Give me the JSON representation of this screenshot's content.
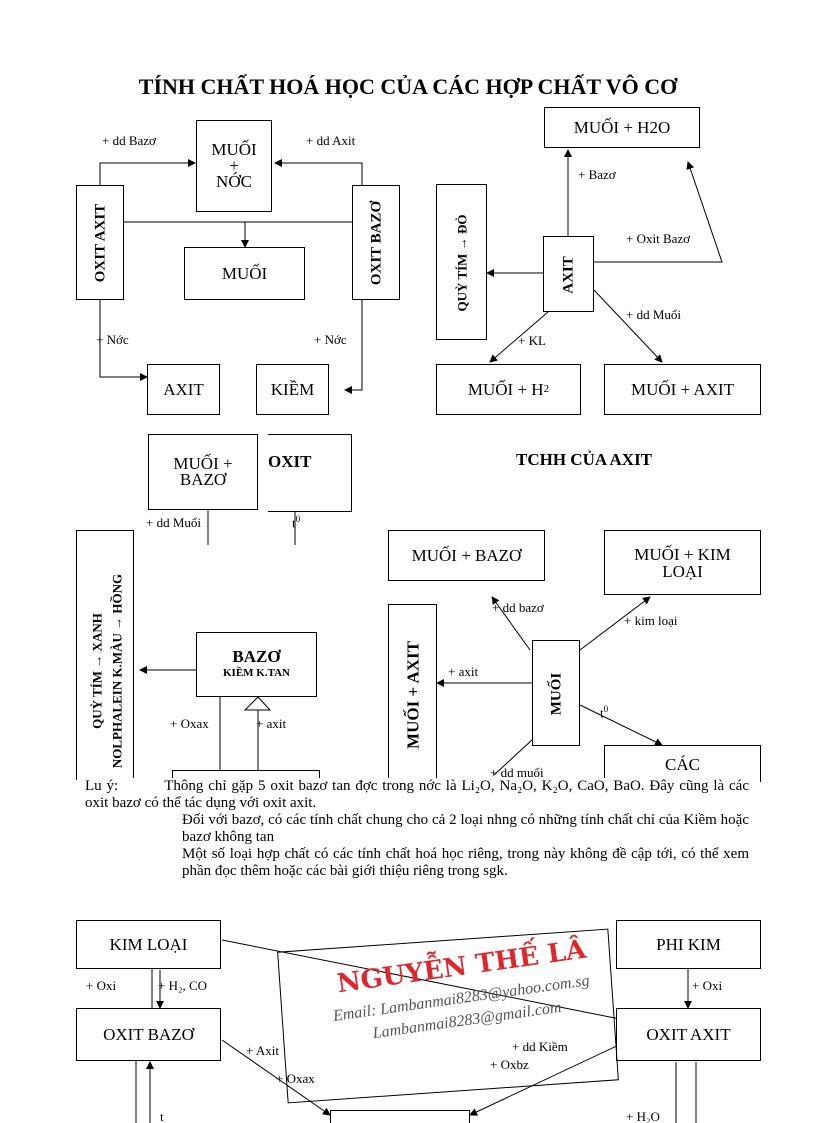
{
  "title": "TÍNH CHẤT HOÁ HỌC CỦA CÁC HỢP CHẤT VÔ CƠ",
  "oxide": {
    "muoi_nuoc": [
      "MUỐI",
      "+",
      "NỚC"
    ],
    "oxit_axit": "OXIT AXIT",
    "oxit_bazo": "OXIT BAZƠ",
    "muoi": "MUỐI",
    "axit": "AXIT",
    "kiem": "KIỀM",
    "lbl_dd_bazo": "+ dd Bazơ",
    "lbl_dd_axit": "+ dd Axit",
    "lbl_nuoc_left": "+ Nớc",
    "lbl_nuoc_right": "+ Nớc",
    "caption_fragment": "OXIT"
  },
  "acid": {
    "muoi_h2o": "MUỐI + H2O",
    "quy_tim": "QUỲ TÍM → ĐỎ",
    "axit": "AXIT",
    "muoi_h2": "MUỐI + H",
    "muoi_h2_sub": "2",
    "muoi_axit": "MUỐI + AXIT",
    "lbl_bazo": "+ Bazơ",
    "lbl_oxit_bazo": "+ Oxit Bazơ",
    "lbl_dd_muoi": "+ dd Muối",
    "lbl_kl": "+ KL",
    "caption": "TCHH CỦA AXIT"
  },
  "base": {
    "muoi_bazo": [
      "MUỐI +",
      "BAZƠ"
    ],
    "lbl_dd_muoi": "+ dd Muối",
    "lbl_t0": "t",
    "lbl_t0_sup": "0",
    "quy_tim": "QUỲ TÍM → XANH",
    "phenol": "NOLPHALEIN K.MÀU → HỒNG",
    "bazo": "BAZƠ",
    "bazo_sub": "KIỀM   K.TAN",
    "lbl_oxax": "+ Oxax",
    "lbl_axit": "+ axit"
  },
  "salt": {
    "muoi_bazo": "MUỐI + BAZƠ",
    "muoi_kim_loai": [
      "MUỐI + KIM",
      "LOẠI"
    ],
    "muoi_axit": "MUỐI + AXIT",
    "muoi": "MUỐI",
    "cac": "CÁC",
    "lbl_dd_bazo": "+ dd bazơ",
    "lbl_kim_loai": "+ kim loại",
    "lbl_axit": "+ axit",
    "lbl_t0": "t",
    "lbl_t0_sup": "0",
    "lbl_dd_muoi": "+ dd muối"
  },
  "note": {
    "p1_prefix": "Lu   ý:",
    "p1": "Thông   chỉ gặp 5 oxit bazơ tan đợc   trong nớc   là Li₂O, Na₂O, K₂O, CaO, BaO. Đây cũng là các oxit bazơ có thể tác dụng với oxit axit.",
    "p2": "Đối với bazơ, có các tính chất chung cho cả 2 loại nhng   có những tính chất chỉ của Kiềm hoặc bazơ không tan",
    "p3": "Một số loại hợp chất có các tính chất hoá học riêng, trong này không đề cập tới, có thể xem phần đọc thêm hoặc các bài giới thiệu riêng trong sgk."
  },
  "relations": {
    "kim_loai": "KIM LOẠI",
    "phi_kim": "PHI KIM",
    "oxit_bazo": "OXIT BAZƠ",
    "oxit_axit": "OXIT AXIT",
    "lbl_oxi_left": "+ Oxi",
    "lbl_h2_co": "+ H₂, CO",
    "lbl_oxi_right": "+ Oxi",
    "lbl_axit": "+ Axit",
    "lbl_oxax": "+ Oxax",
    "lbl_dd_kiem": "+ dd Kiềm",
    "lbl_oxbz": "+ Oxbz",
    "lbl_h2o": "+ H₂O",
    "lbl_t": "t"
  },
  "watermark": {
    "name": "NGUYỄN THẾ LÂ",
    "email1": "Email: Lambanmai8283@yahoo.com.sg",
    "email2": "Lambanmai8283@gmail.com"
  },
  "colors": {
    "watermark_red": "#e0262d",
    "line": "#000000"
  }
}
